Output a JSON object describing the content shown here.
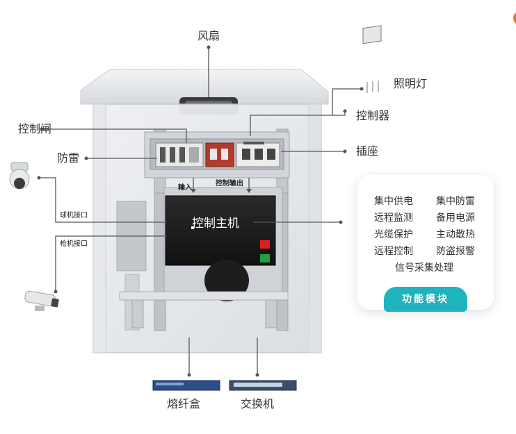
{
  "labels": {
    "fan": "风扇",
    "lighting": "照明灯",
    "controller": "控制器",
    "socket": "插座",
    "control_switch": "控制闸",
    "lightning": "防雷",
    "dome_port": "球机接口",
    "gun_port": "枪机接口",
    "input": "输入",
    "control_output": "控制输出",
    "host": "控制主机",
    "fiber_box": "熔纤盒",
    "switch": "交换机"
  },
  "features": {
    "items": [
      "集中供电",
      "集中防雷",
      "远程监测",
      "备用电源",
      "光缆保护",
      "主动散热",
      "远程控制",
      "防盗报警"
    ],
    "last": "信号采集处理",
    "badge": "功能模块"
  },
  "colors": {
    "accent": "#1fb3bd",
    "line": "#555555",
    "host": "#1e1e1e",
    "red_button": "#e02020",
    "green_button": "#20a040",
    "corner_dot": "#e8762d"
  }
}
